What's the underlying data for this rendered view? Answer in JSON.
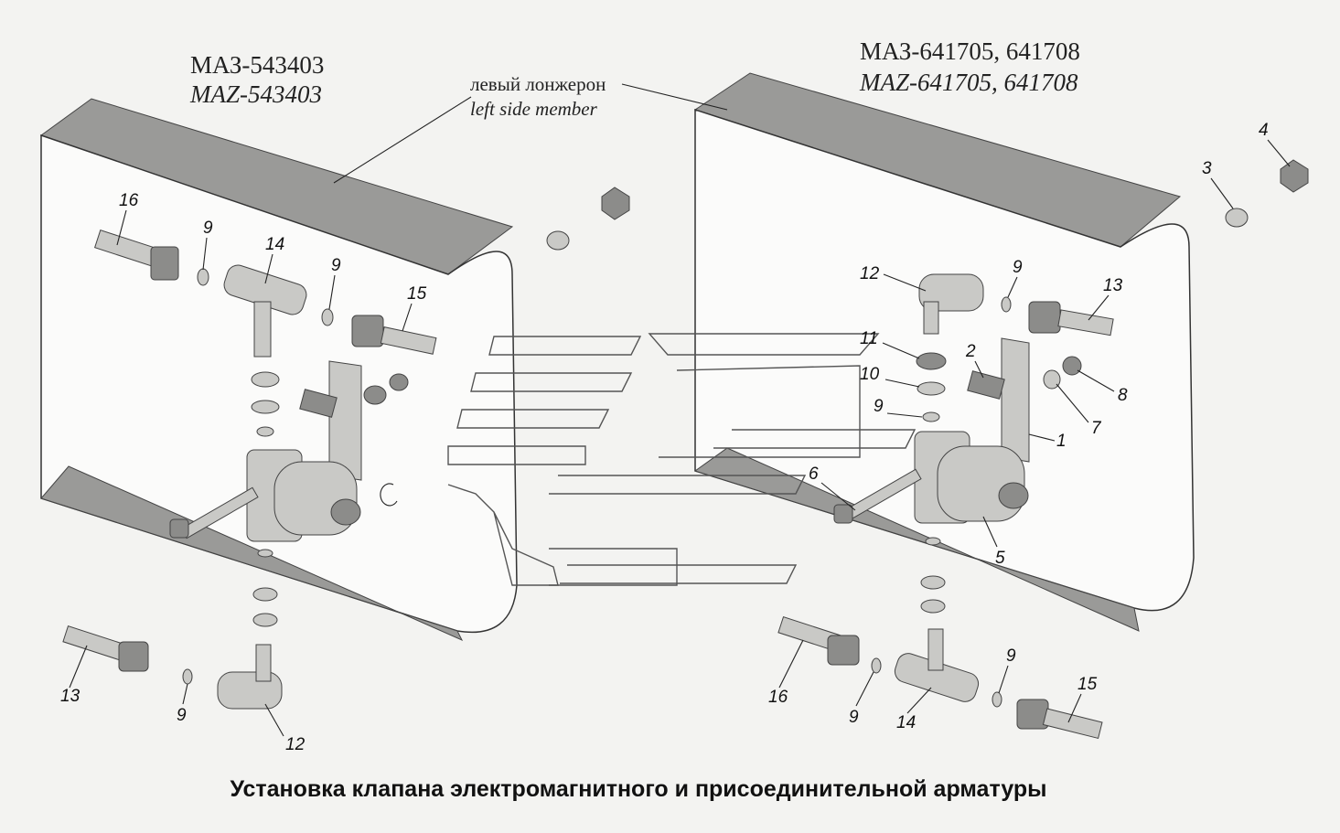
{
  "left_title": {
    "ru": "МАЗ-543403",
    "en": "MAZ-543403"
  },
  "right_title": {
    "ru": "МАЗ-641705, 641708",
    "en": "MAZ-641705, 641708"
  },
  "member_label": {
    "ru": "левый лонжерон",
    "en": "left side member"
  },
  "caption": "Установка клапана электромагнитного и присоединительной арматуры",
  "left_callouts": [
    "16",
    "9",
    "14",
    "9",
    "15",
    "13",
    "9",
    "12"
  ],
  "right_callouts": [
    "4",
    "3",
    "12",
    "9",
    "13",
    "11",
    "2",
    "10",
    "8",
    "7",
    "9",
    "1",
    "6",
    "5",
    "9",
    "16",
    "9",
    "14",
    "15"
  ]
}
